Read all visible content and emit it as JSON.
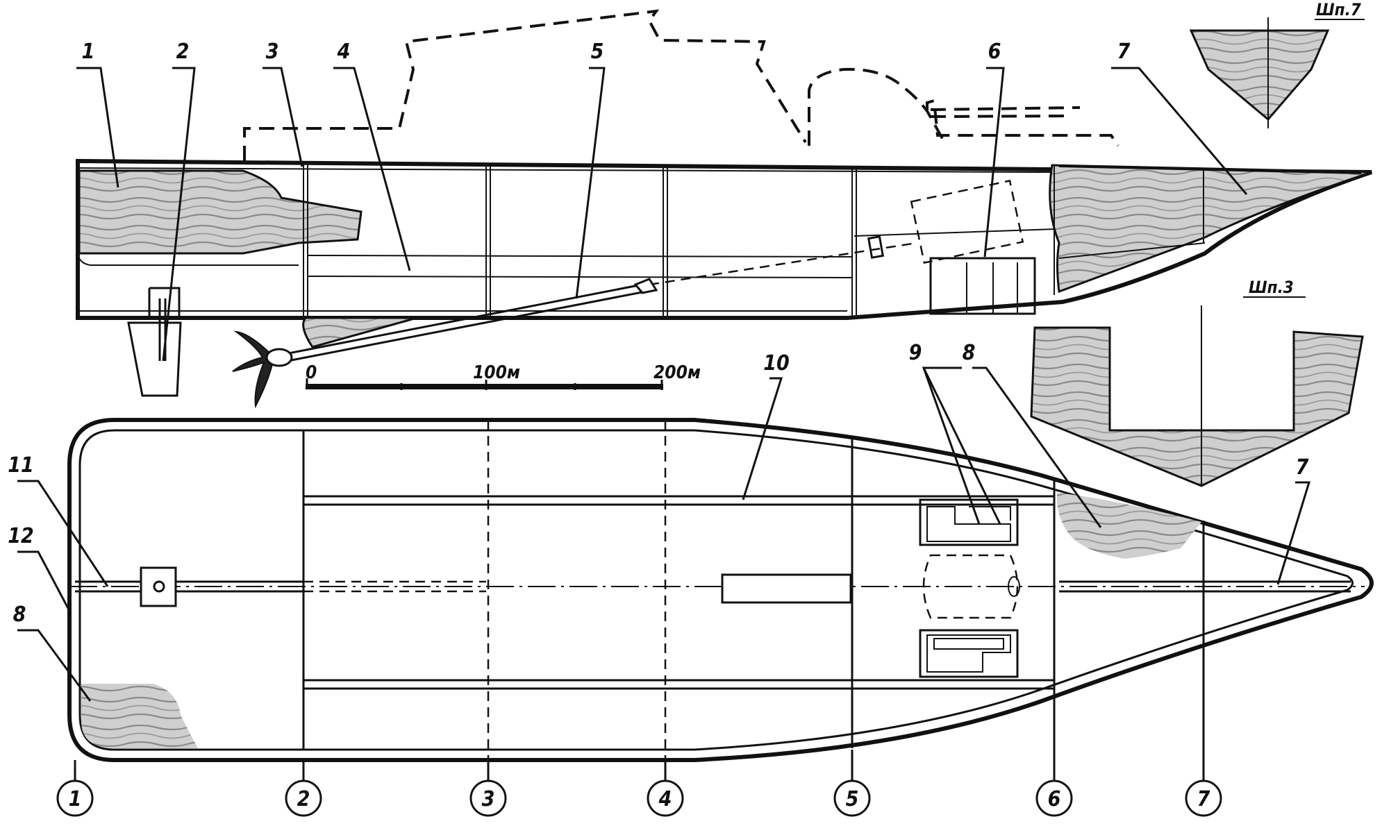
{
  "part_labels": [
    "1",
    "2",
    "3",
    "4",
    "5",
    "6",
    "7",
    "8",
    "9",
    "10",
    "11",
    "12"
  ],
  "frame_numbers": [
    "1",
    "2",
    "3",
    "4",
    "5",
    "6",
    "7"
  ],
  "scale_bar": {
    "ticks": [
      "0",
      "100м",
      "200м"
    ]
  },
  "section_labels": {
    "frame7": "Шп.7",
    "frame3": "Шп.3"
  },
  "colors": {
    "ink": "#111111",
    "wood_base": "#cfcfcf",
    "wood_grain": "#8a8a8a"
  }
}
